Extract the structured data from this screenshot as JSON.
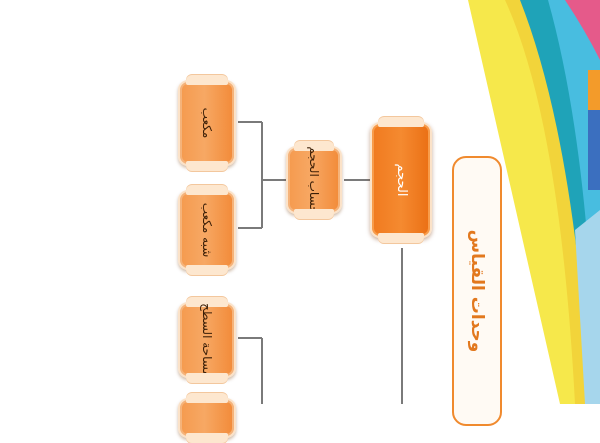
{
  "diagram": {
    "title": "وحدات القياس",
    "root": {
      "label": "الحجم"
    },
    "branch": {
      "label": "حساب الحجم"
    },
    "leaves": [
      {
        "label": "مكعب"
      },
      {
        "label": "شبه مكعب"
      },
      {
        "label": "مساحة السطح"
      }
    ]
  },
  "colors": {
    "node": "#f7a864",
    "node_dark": "#f58a30",
    "connector": "#7a7a7a",
    "accent_yellow": "#f6e84b",
    "accent_teal": "#1fa3b8"
  }
}
